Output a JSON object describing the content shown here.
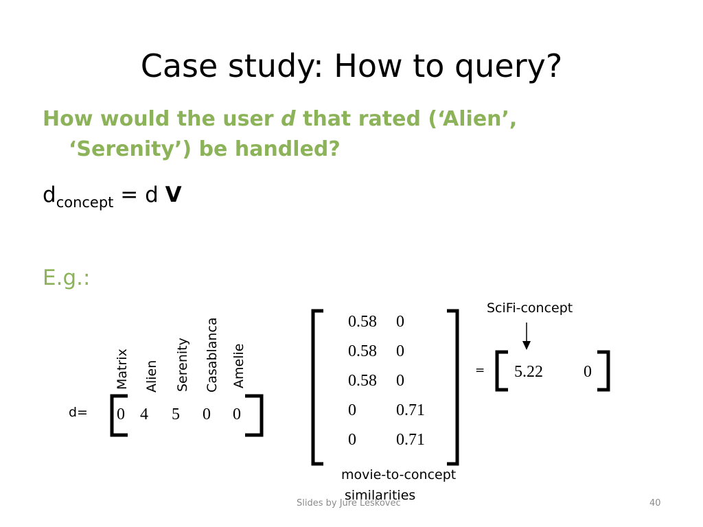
{
  "slide": {
    "title": "Case study: How to query?",
    "question_part1": "How would the user ",
    "question_user": "d",
    "question_part2": " that rated (‘Alien’, ‘Serenity’) be handled?",
    "formula_lhs": "d",
    "formula_sub": "concept",
    "formula_mid": " = d ",
    "formula_matrix": "V",
    "eg_label": "E.g.:"
  },
  "user_vector": {
    "label": "d=",
    "columns": [
      "Matrix",
      "Alien",
      "Serenity",
      "Casablanca",
      "Amelie"
    ],
    "values": [
      "0",
      "4",
      "5",
      "0",
      "0"
    ]
  },
  "v_matrix": {
    "rows": [
      [
        "0.58",
        "0"
      ],
      [
        "0.58",
        "0"
      ],
      [
        "0.58",
        "0"
      ],
      [
        "0",
        "0.71"
      ],
      [
        "0",
        "0.71"
      ]
    ],
    "caption_line1": "movie-to-concept",
    "caption_line2": "similarities"
  },
  "result": {
    "equals": "=",
    "values": [
      "5.22",
      "0"
    ],
    "annotation": "SciFi-concept"
  },
  "footer": {
    "credit": "Slides by Jure Leskovec",
    "page_number": "40"
  },
  "colors": {
    "accent": "#8db35a",
    "footer": "#8a8a8a"
  }
}
